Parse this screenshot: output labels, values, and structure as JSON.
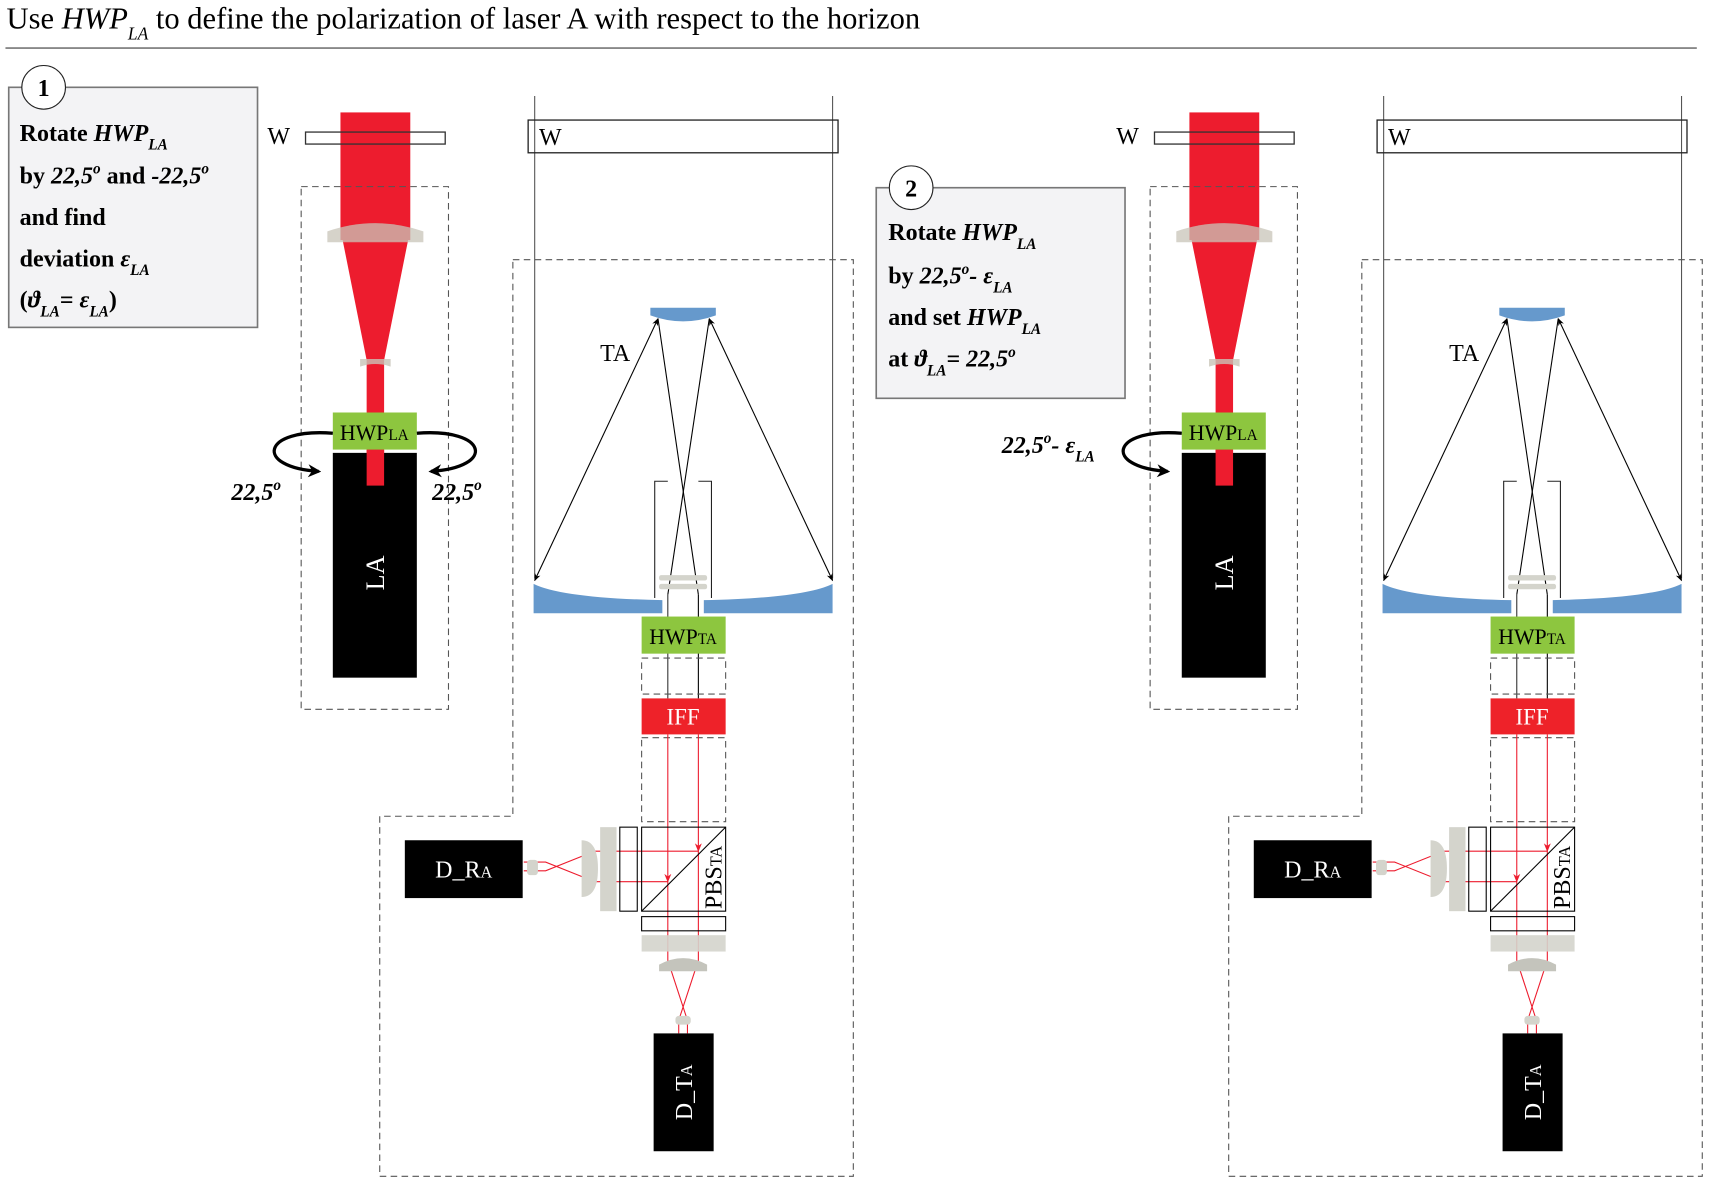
{
  "title": {
    "prefix": "Use ",
    "hwp": "HWP",
    "sub": "LA",
    "rest": " to define the polarization of laser A with respect to the horizon"
  },
  "step1": {
    "number": "1",
    "line1_a": "Rotate ",
    "line1_b": "HWP",
    "line1_sub": "LA",
    "line2_a": "by ",
    "line2_b": "22,5",
    "line2_deg": "o",
    "line2_c": " and ",
    "line2_d": "-22,5",
    "line2_deg2": "o",
    "line3": "and find",
    "line4_a": "deviation ",
    "line4_b": "ε",
    "line4_sub": "LA",
    "line5_a": "(",
    "line5_b": "ϑ",
    "line5_sub1": "LA",
    "line5_c": "= ",
    "line5_d": "ε",
    "line5_sub2": "LA",
    "line5_e": ")"
  },
  "step2": {
    "number": "2",
    "line1_a": "Rotate ",
    "line1_b": "HWP",
    "line1_sub": "LA",
    "line2_a": "by ",
    "line2_b": "22,5",
    "line2_deg": "o",
    "line2_c": "- ε",
    "line2_sub": "LA",
    "line3_a": "and set ",
    "line3_b": "HWP",
    "line3_sub": "LA",
    "line4_a": "at ",
    "line4_b": "ϑ",
    "line4_sub": "LA",
    "line4_c": "= 22,5",
    "line4_deg": "o"
  },
  "diagram": {
    "window": "W",
    "hwp_la": "HWP",
    "hwp_la_sub": "LA",
    "laser": "LA",
    "telescope": "TA",
    "hwp_ta": "HWP",
    "hwp_ta_sub": "TA",
    "filter": "IFF",
    "pbs": "PBS",
    "pbs_sub": "TA",
    "det_r": "D_R",
    "det_r_sub": "A",
    "det_t": "D_T",
    "det_t_sub": "A"
  },
  "rotation1": {
    "left": "22,5",
    "right": "22,5",
    "deg": "o"
  },
  "rotation2": {
    "value": "22,5",
    "deg": "o",
    "minus": "- ε",
    "sub": "LA"
  },
  "colors": {
    "laser": "#ed1c2e",
    "hwp": "#8dc63f",
    "mirror": "#6699cc",
    "lens": "#d4d4cc",
    "box": "#f3f3f5"
  }
}
